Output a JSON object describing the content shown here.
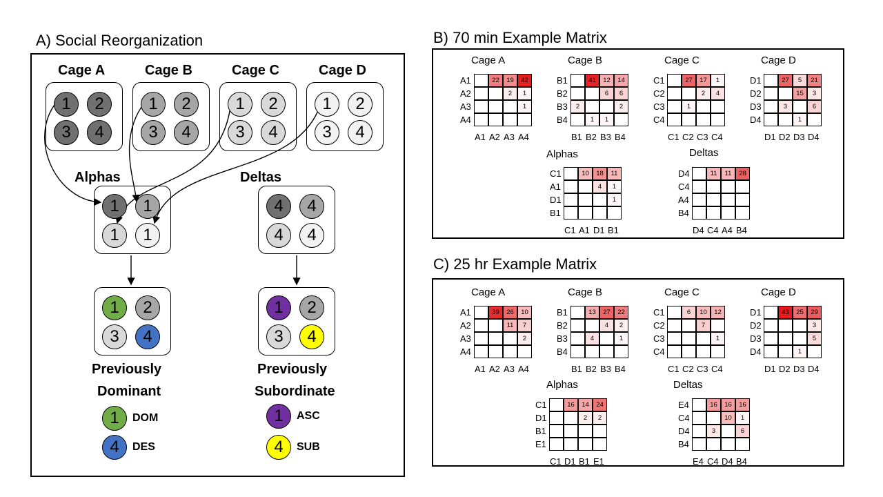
{
  "panels": {
    "a_title": "A) Social Reorganization",
    "b_title": "B) 70 min Example Matrix",
    "c_title": "C) 25 hr Example Matrix"
  },
  "colors": {
    "dark_gray": "#707070",
    "mid_gray": "#a6a6a6",
    "light_gray": "#d9d9d9",
    "lightest_gray": "#f2f2f2",
    "dom": "#70ad47",
    "des": "#4472c4",
    "asc": "#7030a0",
    "sub": "#ffff00",
    "heat_max": "#e41a1c"
  },
  "panel_a": {
    "cages": [
      {
        "label": "Cage A",
        "circles": [
          "1",
          "2",
          "3",
          "4"
        ],
        "fill": "dark_gray"
      },
      {
        "label": "Cage B",
        "circles": [
          "1",
          "2",
          "3",
          "4"
        ],
        "fill": "mid_gray"
      },
      {
        "label": "Cage C",
        "circles": [
          "1",
          "2",
          "3",
          "4"
        ],
        "fill": "light_gray"
      },
      {
        "label": "Cage D",
        "circles": [
          "1",
          "2",
          "3",
          "4"
        ],
        "fill": "lightest_gray"
      }
    ],
    "alphas": {
      "label": "Alphas",
      "circles": [
        "1",
        "1",
        "1",
        "1"
      ]
    },
    "deltas": {
      "label": "Deltas",
      "circles": [
        "4",
        "4",
        "4",
        "4"
      ]
    },
    "outcome_left": {
      "circles": [
        "1",
        "2",
        "3",
        "4"
      ]
    },
    "outcome_right": {
      "circles": [
        "1",
        "2",
        "3",
        "4"
      ]
    },
    "prev_dom": [
      "Previously",
      "Dominant"
    ],
    "prev_sub": [
      "Previously",
      "Subordinate"
    ],
    "legend": [
      {
        "num": "1",
        "text": "DOM"
      },
      {
        "num": "4",
        "text": "DES"
      },
      {
        "num": "1",
        "text": "ASC"
      },
      {
        "num": "4",
        "text": "SUB"
      }
    ]
  },
  "panel_b": {
    "matrices": [
      {
        "title": "Cage A",
        "rows": [
          "A1",
          "A2",
          "A3",
          "A4"
        ],
        "cols": [
          "A1",
          "A2",
          "A3",
          "A4"
        ],
        "values": [
          [
            null,
            22,
            19,
            42
          ],
          [
            null,
            null,
            2,
            1
          ],
          [
            null,
            null,
            null,
            1
          ],
          [
            null,
            null,
            null,
            null
          ]
        ]
      },
      {
        "title": "Cage B",
        "rows": [
          "B1",
          "B2",
          "B3",
          "B4"
        ],
        "cols": [
          "B1",
          "B2",
          "B3",
          "B4"
        ],
        "values": [
          [
            null,
            41,
            12,
            14
          ],
          [
            null,
            null,
            6,
            6
          ],
          [
            2,
            null,
            null,
            2
          ],
          [
            null,
            1,
            1,
            null
          ]
        ]
      },
      {
        "title": "Cage C",
        "rows": [
          "C1",
          "C2",
          "C3",
          "C4"
        ],
        "cols": [
          "C1",
          "C2",
          "C3",
          "C4"
        ],
        "values": [
          [
            null,
            27,
            17,
            1
          ],
          [
            null,
            null,
            2,
            4
          ],
          [
            null,
            1,
            null,
            null
          ],
          [
            null,
            null,
            null,
            null
          ]
        ]
      },
      {
        "title": "Cage D",
        "rows": [
          "D1",
          "D2",
          "D3",
          "D4"
        ],
        "cols": [
          "D1",
          "D2",
          "D3",
          "D4"
        ],
        "values": [
          [
            null,
            27,
            5,
            21
          ],
          [
            null,
            null,
            15,
            3
          ],
          [
            null,
            3,
            null,
            6
          ],
          [
            null,
            null,
            1,
            null
          ]
        ]
      },
      {
        "title": "Alphas",
        "rows": [
          "C1",
          "A1",
          "D1",
          "B1"
        ],
        "cols": [
          "C1",
          "A1",
          "D1",
          "B1"
        ],
        "values": [
          [
            null,
            10,
            18,
            11
          ],
          [
            null,
            null,
            4,
            1
          ],
          [
            null,
            null,
            null,
            1
          ],
          [
            null,
            null,
            null,
            null
          ]
        ]
      },
      {
        "title": "Deltas",
        "rows": [
          "D4",
          "C4",
          "A4",
          "B4"
        ],
        "cols": [
          "D4",
          "C4",
          "A4",
          "B4"
        ],
        "values": [
          [
            null,
            11,
            11,
            28
          ],
          [
            null,
            null,
            null,
            null
          ],
          [
            null,
            null,
            null,
            null
          ],
          [
            null,
            null,
            null,
            null
          ]
        ]
      }
    ]
  },
  "panel_c": {
    "matrices": [
      {
        "title": "Cage A",
        "rows": [
          "A1",
          "A2",
          "A3",
          "A4"
        ],
        "cols": [
          "A1",
          "A2",
          "A3",
          "A4"
        ],
        "values": [
          [
            null,
            39,
            26,
            10
          ],
          [
            null,
            null,
            11,
            7
          ],
          [
            null,
            null,
            null,
            2
          ],
          [
            null,
            null,
            null,
            null
          ]
        ]
      },
      {
        "title": "Cage B",
        "rows": [
          "B1",
          "B2",
          "B3",
          "B4"
        ],
        "cols": [
          "B1",
          "B2",
          "B3",
          "B4"
        ],
        "values": [
          [
            null,
            13,
            27,
            22
          ],
          [
            null,
            null,
            4,
            2
          ],
          [
            null,
            4,
            null,
            1
          ],
          [
            null,
            null,
            null,
            null
          ]
        ]
      },
      {
        "title": "Cage C",
        "rows": [
          "C1",
          "C2",
          "C3",
          "C4"
        ],
        "cols": [
          "C1",
          "C2",
          "C3",
          "C4"
        ],
        "values": [
          [
            null,
            6,
            10,
            12
          ],
          [
            null,
            null,
            7,
            null
          ],
          [
            null,
            null,
            null,
            1
          ],
          [
            null,
            null,
            null,
            null
          ]
        ]
      },
      {
        "title": "Cage D",
        "rows": [
          "D1",
          "D2",
          "D3",
          "D4"
        ],
        "cols": [
          "D1",
          "D2",
          "D3",
          "D4"
        ],
        "values": [
          [
            null,
            43,
            25,
            29
          ],
          [
            null,
            null,
            null,
            3
          ],
          [
            null,
            null,
            null,
            5
          ],
          [
            null,
            null,
            1,
            null
          ]
        ]
      },
      {
        "title": "Alphas",
        "rows": [
          "C1",
          "D1",
          "B1",
          "E1"
        ],
        "cols": [
          "C1",
          "D1",
          "B1",
          "E1"
        ],
        "values": [
          [
            null,
            16,
            14,
            24
          ],
          [
            null,
            null,
            2,
            2
          ],
          [
            null,
            null,
            null,
            null
          ],
          [
            null,
            null,
            null,
            null
          ]
        ]
      },
      {
        "title": "Deltas",
        "rows": [
          "E4",
          "C4",
          "D4",
          "B4"
        ],
        "cols": [
          "E4",
          "C4",
          "D4",
          "B4"
        ],
        "values": [
          [
            null,
            16,
            16,
            16
          ],
          [
            null,
            null,
            10,
            1
          ],
          [
            null,
            3,
            null,
            6
          ],
          [
            null,
            null,
            null,
            null
          ]
        ]
      }
    ]
  }
}
